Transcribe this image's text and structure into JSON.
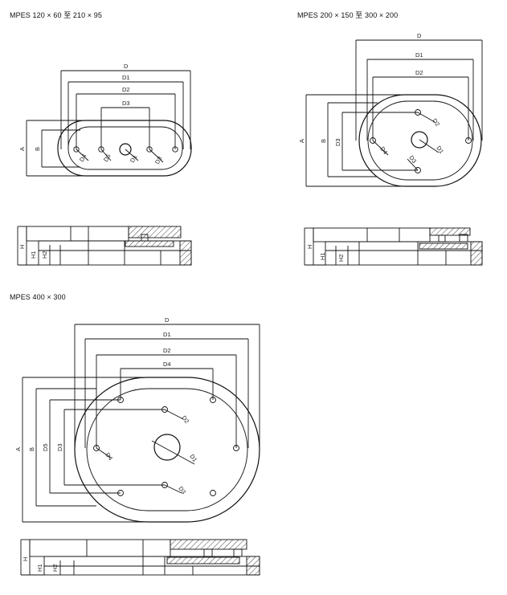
{
  "titles": {
    "d1": "MPES 120 × 60 至 210 × 95",
    "d2": "MPES 200 × 150 至 300 × 200",
    "d3": "MPES 400 × 300"
  },
  "labels": {
    "D": "D",
    "D1": "D1",
    "D2": "D2",
    "D3": "D3",
    "D4": "D4",
    "D5": "D5",
    "A": "A",
    "B": "B",
    "H": "H",
    "H1": "H1",
    "H2": "H2"
  }
}
